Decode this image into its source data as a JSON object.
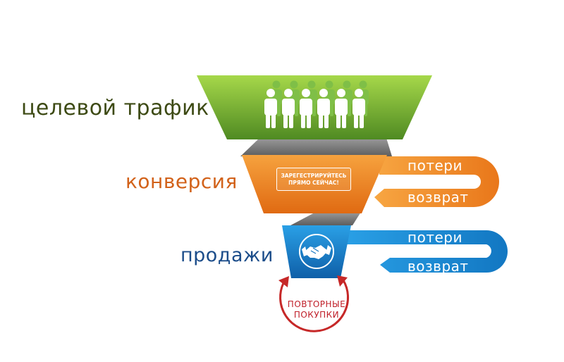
{
  "stages": {
    "traffic": {
      "label": "целевой трафик"
    },
    "conversion": {
      "label": "конверсия",
      "cta_line1": "ЗАРЕГЕСТРИРУЙТЕСЬ",
      "cta_line2": "ПРЯМО СЕЙЧАС!"
    },
    "sales": {
      "label": "продажи"
    }
  },
  "loops": {
    "orange": {
      "loss": "потери",
      "return": "возврат"
    },
    "blue": {
      "loss": "потери",
      "return": "возврат"
    }
  },
  "repeat": {
    "line1": "ПОВТОРНЫЕ",
    "line2": "ПОКУПКИ"
  },
  "colors": {
    "green": "#8cc63f",
    "orange": "#f08a24",
    "blue": "#1a8ad0",
    "gray": "#7d7d7d",
    "red": "#c62828"
  },
  "icons": [
    "people-group-icon",
    "handshake-icon",
    "repeat-cycle-icon"
  ]
}
